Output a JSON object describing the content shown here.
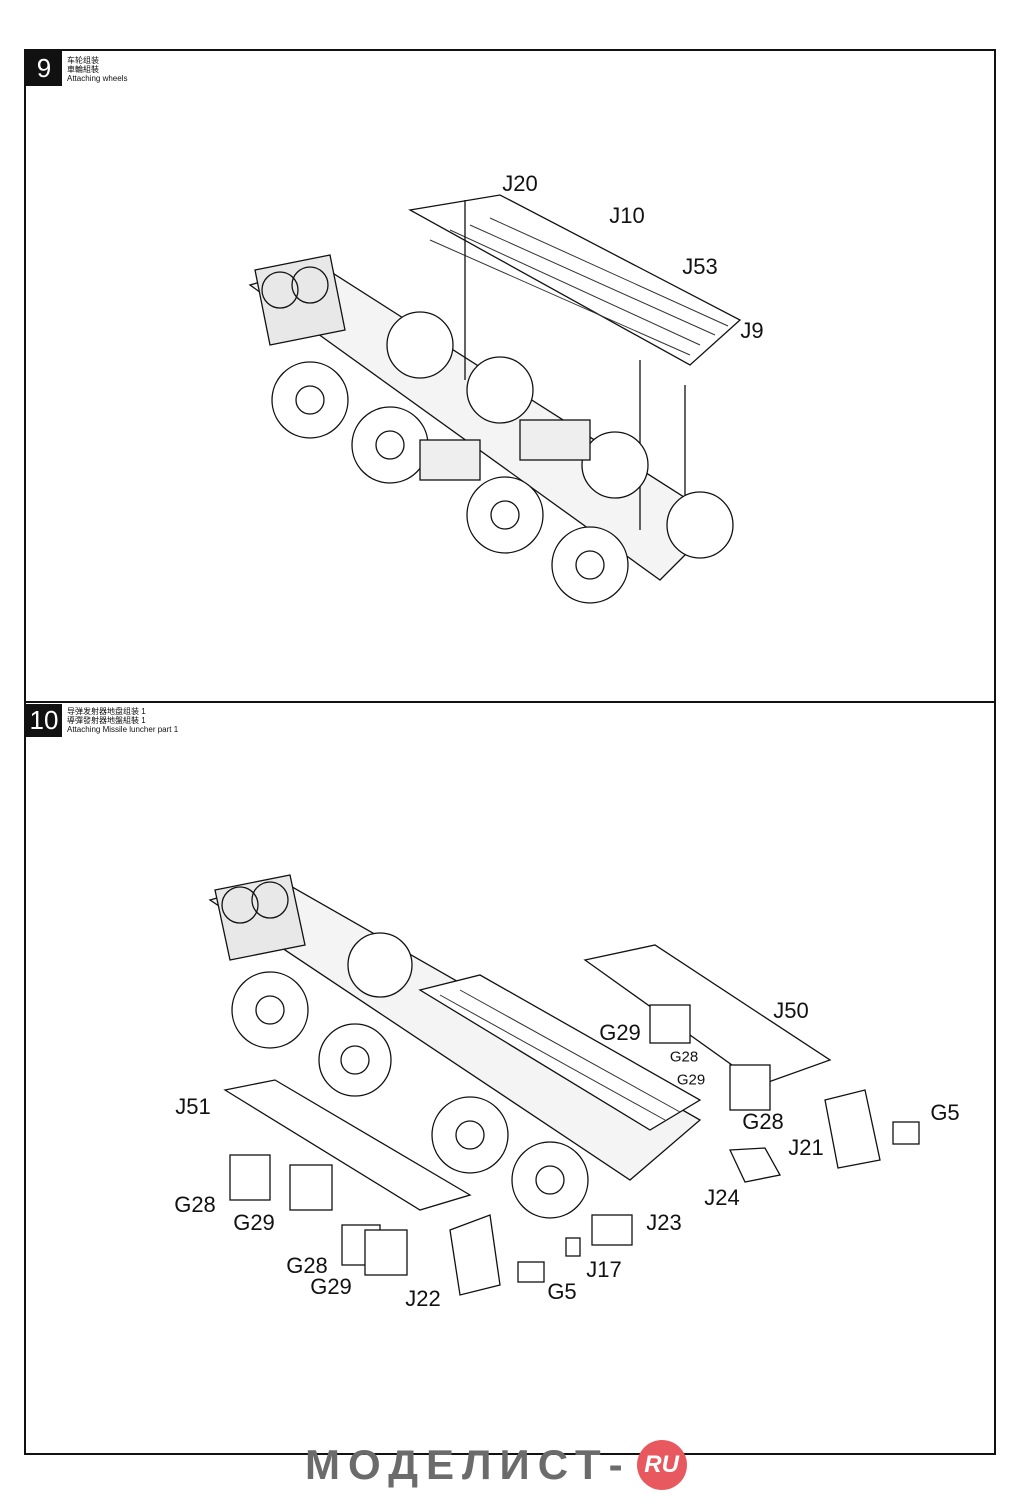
{
  "step9": {
    "number": "9",
    "title_cn_simplified": "车轮组装",
    "title_cn_traditional": "車輪組裝",
    "title_en": "Attaching wheels",
    "parts": [
      "J20",
      "J10",
      "J53",
      "J9"
    ]
  },
  "step10": {
    "number": "10",
    "title_cn_simplified": "导弹发射器地盘组装 1",
    "title_cn_traditional": "導彈發射器地盤組裝 1",
    "title_en": "Attaching Missile luncher part 1",
    "parts": [
      "J50",
      "G29",
      "G28",
      "G29",
      "G5",
      "J51",
      "G28",
      "J21",
      "G28",
      "G29",
      "J24",
      "J23",
      "G28",
      "G29",
      "J17",
      "J22",
      "G5"
    ]
  },
  "watermark": {
    "text": "МОДЕЛИСТ-",
    "badge": "RU"
  }
}
